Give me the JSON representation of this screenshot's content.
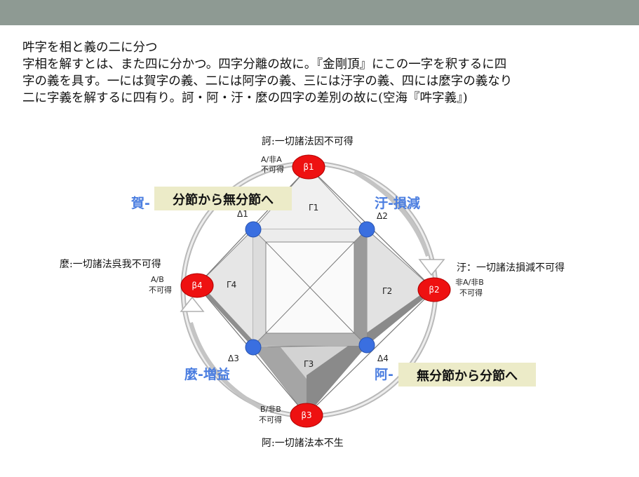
{
  "slide": {
    "lines": [
      "吽字を相と義の二に分つ",
      "字相を解すとは、また四に分かつ。四字分離の故に。『金剛頂』にこの一字を釈するに四",
      "字の義を具す。一には賀字の義、二には阿字の義、三には汙字の義、四には麼字の義なり",
      "二に字義を解するに四有り。訶・阿・汙・麼の四字の差別の故に(空海『吽字義』)"
    ]
  },
  "diagram": {
    "nodes": {
      "b1": {
        "label": "β1",
        "caption": "訶:一切諸法因不可得",
        "tag1": "A/非A",
        "tag2": "不可得"
      },
      "b2": {
        "label": "β2",
        "caption": "汙：一切諸法損減不可得",
        "tag1": "非A/非B",
        "tag2": "不可得"
      },
      "b3": {
        "label": "β3",
        "caption": "阿:一切諸法本不生",
        "tag1": "B/非B",
        "tag2": "不可得"
      },
      "b4": {
        "label": "β4",
        "caption": "麼:一切諸法呉我不可得",
        "tag1": "A/B",
        "tag2": "不可得"
      }
    },
    "deltas": {
      "d1": "Δ1",
      "d2": "Δ2",
      "d3": "Δ3",
      "d4": "Δ4"
    },
    "gammas": {
      "g1": "Γ1",
      "g2": "Γ2",
      "g3": "Γ3",
      "g4": "Γ4"
    },
    "corner_labels": {
      "top_left": "賀-",
      "top_right": "汙-損減",
      "bottom_left": "麼-増益",
      "bottom_right": "阿-"
    },
    "boxes": {
      "top_left": "分節から無分節へ",
      "bottom_right": "無分節から分節へ"
    },
    "colors": {
      "node_red": "#ee1111",
      "node_blue": "#3a6fe0",
      "label_blue": "#4a7de0",
      "box_bg": "#ecebc8"
    }
  }
}
